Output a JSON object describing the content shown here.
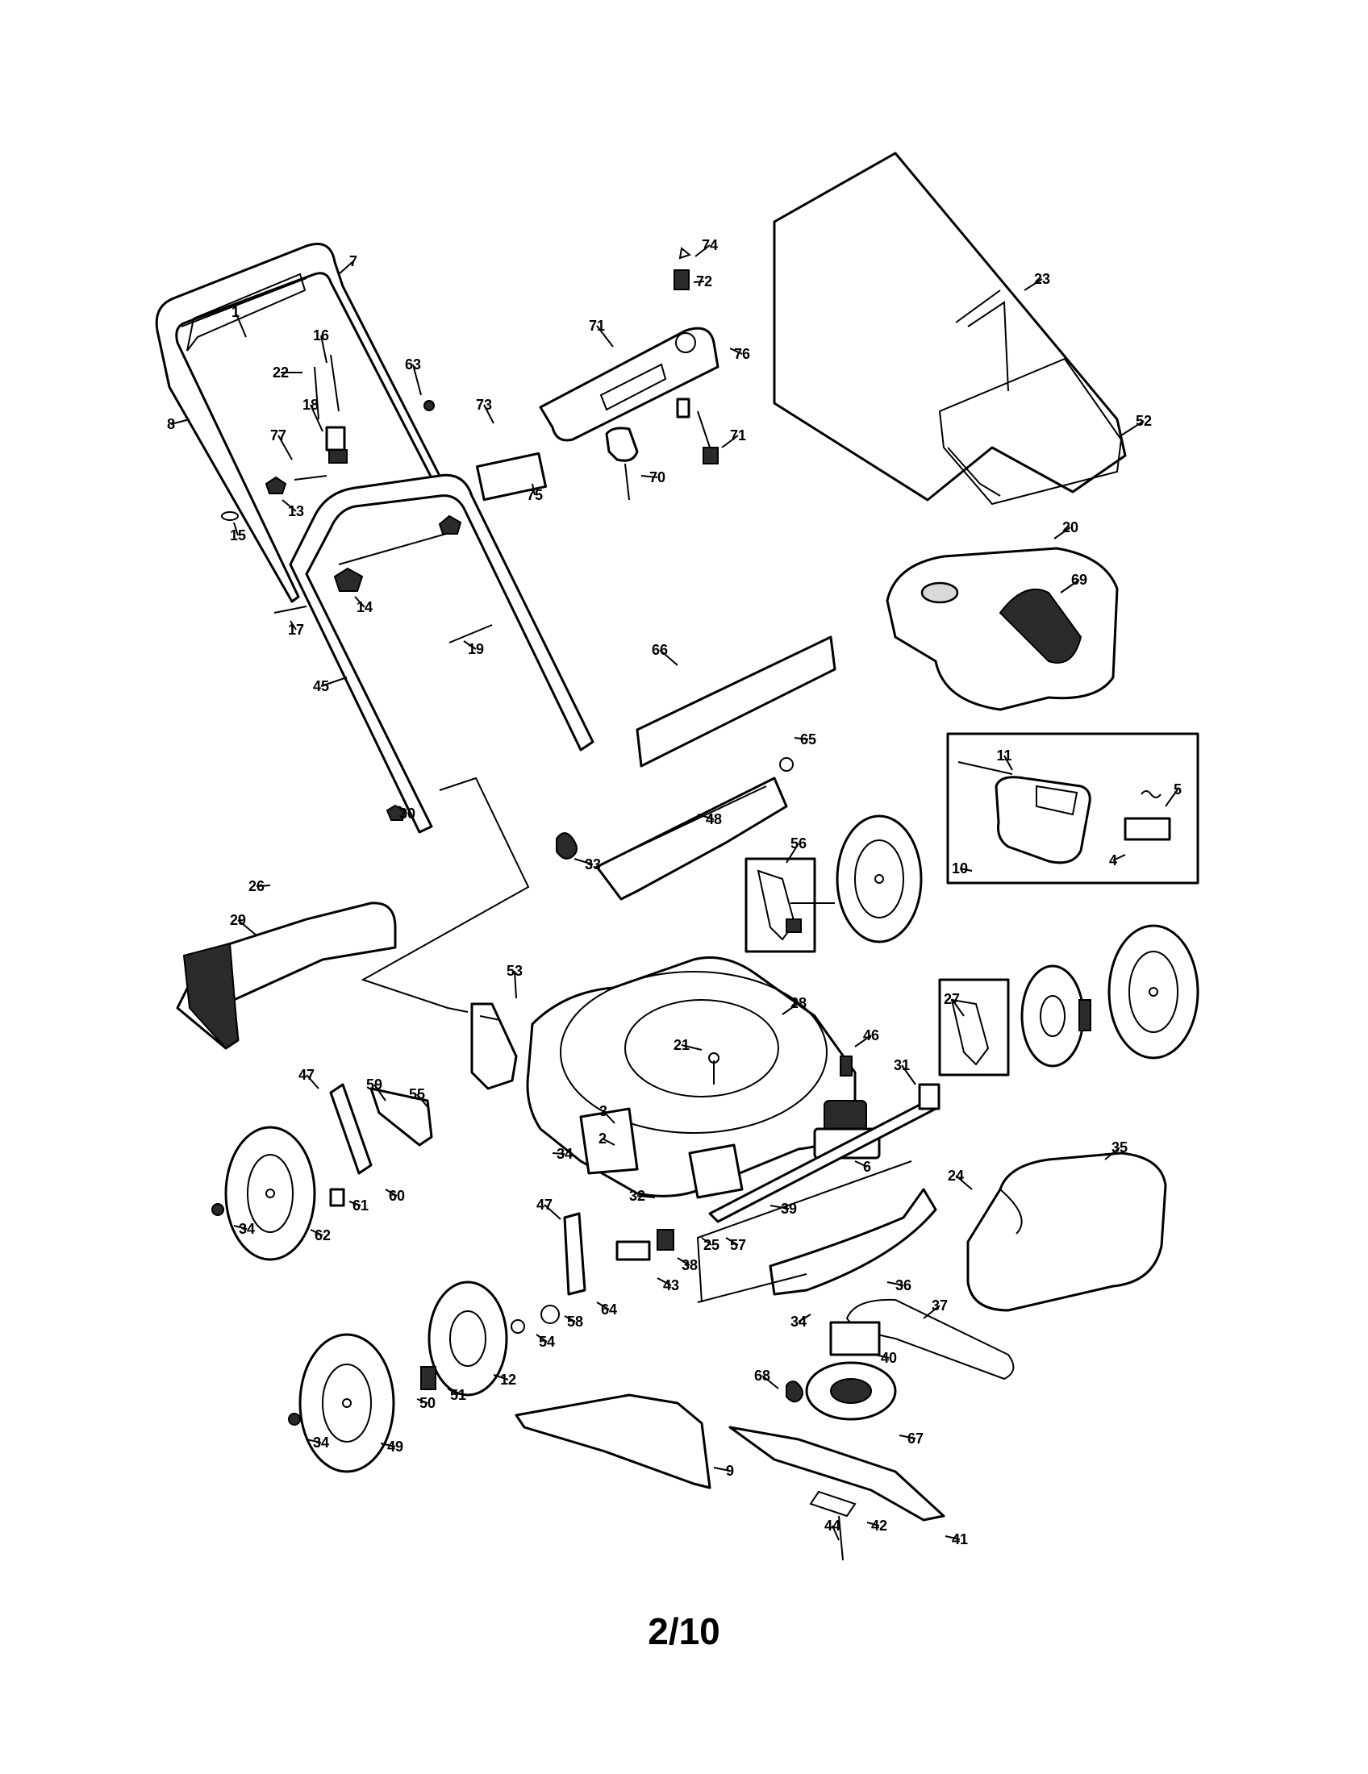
{
  "page": {
    "number": "2/10"
  },
  "callouts": [
    {
      "id": "c1",
      "text": "1"
    },
    {
      "id": "c7",
      "text": "7"
    },
    {
      "id": "c16",
      "text": "16"
    },
    {
      "id": "c22",
      "text": "22"
    },
    {
      "id": "c63",
      "text": "63"
    },
    {
      "id": "c8",
      "text": "8"
    },
    {
      "id": "c18",
      "text": "18"
    },
    {
      "id": "c77",
      "text": "77"
    },
    {
      "id": "c13",
      "text": "13"
    },
    {
      "id": "c15",
      "text": "15"
    },
    {
      "id": "c14",
      "text": "14"
    },
    {
      "id": "c17",
      "text": "17"
    },
    {
      "id": "c19",
      "text": "19"
    },
    {
      "id": "c45",
      "text": "45"
    },
    {
      "id": "c30",
      "text": "30"
    },
    {
      "id": "c74",
      "text": "74"
    },
    {
      "id": "c72",
      "text": "72"
    },
    {
      "id": "c71a",
      "text": "71"
    },
    {
      "id": "c76",
      "text": "76"
    },
    {
      "id": "c73",
      "text": "73"
    },
    {
      "id": "c71b",
      "text": "71"
    },
    {
      "id": "c75",
      "text": "75"
    },
    {
      "id": "c70",
      "text": "70"
    },
    {
      "id": "c23",
      "text": "23"
    },
    {
      "id": "c52",
      "text": "52"
    },
    {
      "id": "c20",
      "text": "20"
    },
    {
      "id": "c69",
      "text": "69"
    },
    {
      "id": "c66",
      "text": "66"
    },
    {
      "id": "c65",
      "text": "65"
    },
    {
      "id": "c48",
      "text": "48"
    },
    {
      "id": "c33",
      "text": "33"
    },
    {
      "id": "c11",
      "text": "11"
    },
    {
      "id": "c5",
      "text": "5"
    },
    {
      "id": "c4",
      "text": "4"
    },
    {
      "id": "c10",
      "text": "10"
    },
    {
      "id": "c56",
      "text": "56"
    },
    {
      "id": "c26",
      "text": "26"
    },
    {
      "id": "c29",
      "text": "29"
    },
    {
      "id": "c53",
      "text": "53"
    },
    {
      "id": "c28",
      "text": "28"
    },
    {
      "id": "c21",
      "text": "21"
    },
    {
      "id": "c46",
      "text": "46"
    },
    {
      "id": "c27",
      "text": "27"
    },
    {
      "id": "c31",
      "text": "31"
    },
    {
      "id": "c47a",
      "text": "47"
    },
    {
      "id": "c59",
      "text": "59"
    },
    {
      "id": "c55",
      "text": "55"
    },
    {
      "id": "c3",
      "text": "3"
    },
    {
      "id": "c2",
      "text": "2"
    },
    {
      "id": "c34a",
      "text": "34"
    },
    {
      "id": "c6",
      "text": "6"
    },
    {
      "id": "c35",
      "text": "35"
    },
    {
      "id": "c24",
      "text": "24"
    },
    {
      "id": "c60",
      "text": "60"
    },
    {
      "id": "c61",
      "text": "61"
    },
    {
      "id": "c34b",
      "text": "34"
    },
    {
      "id": "c62",
      "text": "62"
    },
    {
      "id": "c32",
      "text": "32"
    },
    {
      "id": "c39",
      "text": "39"
    },
    {
      "id": "c47b",
      "text": "47"
    },
    {
      "id": "c25",
      "text": "25"
    },
    {
      "id": "c57",
      "text": "57"
    },
    {
      "id": "c38",
      "text": "38"
    },
    {
      "id": "c43",
      "text": "43"
    },
    {
      "id": "c36",
      "text": "36"
    },
    {
      "id": "c64",
      "text": "64"
    },
    {
      "id": "c58",
      "text": "58"
    },
    {
      "id": "c34c",
      "text": "34"
    },
    {
      "id": "c37",
      "text": "37"
    },
    {
      "id": "c54",
      "text": "54"
    },
    {
      "id": "c12",
      "text": "12"
    },
    {
      "id": "c40",
      "text": "40"
    },
    {
      "id": "c68",
      "text": "68"
    },
    {
      "id": "c51",
      "text": "51"
    },
    {
      "id": "c50",
      "text": "50"
    },
    {
      "id": "c67",
      "text": "67"
    },
    {
      "id": "c34d",
      "text": "34"
    },
    {
      "id": "c49",
      "text": "49"
    },
    {
      "id": "c9",
      "text": "9"
    },
    {
      "id": "c44",
      "text": "44"
    },
    {
      "id": "c42",
      "text": "42"
    },
    {
      "id": "c41",
      "text": "41"
    }
  ]
}
